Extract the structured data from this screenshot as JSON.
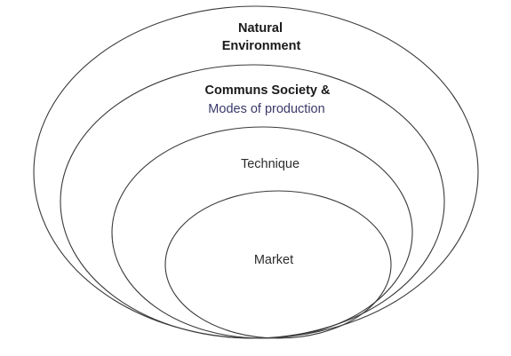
{
  "diagram": {
    "layers": [
      {
        "id": "natural-environment",
        "lines": [
          "Natural",
          "Environment"
        ]
      },
      {
        "id": "communs-society",
        "lines": [
          "Communs Society &",
          "Modes of production"
        ]
      },
      {
        "id": "technique",
        "lines": [
          "Technique"
        ]
      },
      {
        "id": "market",
        "lines": [
          "Market"
        ]
      }
    ]
  }
}
